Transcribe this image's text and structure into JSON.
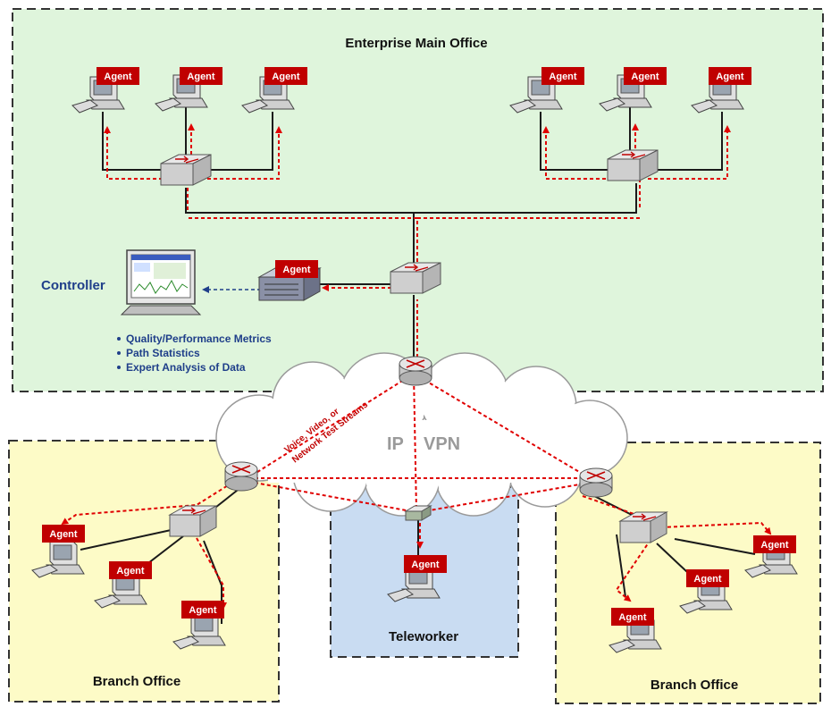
{
  "regions": {
    "main": "Enterprise Main Office",
    "branch_left": "Branch Office",
    "branch_right": "Branch Office",
    "teleworker": "Teleworker"
  },
  "agent_label": "Agent",
  "controller": {
    "label": "Controller",
    "metrics": [
      "Quality/Performance Metrics",
      "Path Statistics",
      "Expert Analysis of Data"
    ]
  },
  "cloud": {
    "ip": "IP",
    "vpn": "VPN",
    "stream_lines": [
      "Voice, Video, or",
      "Network Test Streams"
    ]
  },
  "colors": {
    "main_fill": "#dff5dc",
    "branch_fill": "#fdfbc7",
    "teleworker_fill": "#c9dcf2",
    "agent_red": "#c00000",
    "path_red": "#e00000",
    "controller_blue": "#1f3f8a"
  },
  "icons": [
    "workstation-icon",
    "switch-icon",
    "router-icon",
    "server-icon",
    "monitor-icon",
    "vpn-gateway-icon"
  ]
}
